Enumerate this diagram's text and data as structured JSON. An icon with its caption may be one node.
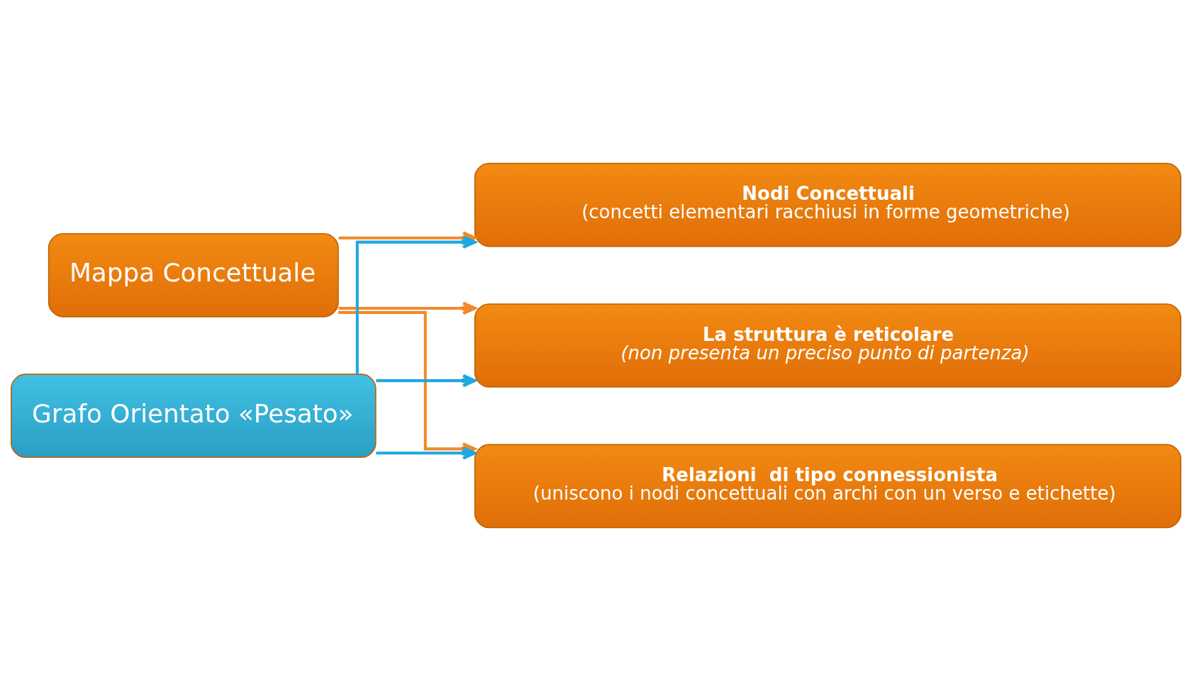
{
  "diagram": {
    "nodes": [
      {
        "text": [
          "Mappa Concettuale"
        ]
      },
      {
        "text": [
          "Nodi Concettuali",
          "(concetti elementari racchiusi in forme geometriche)"
        ]
      },
      {
        "text": [
          "La struttura è reticolare",
          "(non presenta un preciso punto di partenza)"
        ]
      },
      {
        "text": [
          "Relazioni  di tipo connessionista",
          "(uniscono i nodi concettuali con archi con un verso e etichette)"
        ]
      },
      {
        "text": [
          "Grafo Orientato «Pesato»"
        ]
      }
    ],
    "edges": [
      {
        "from": 0,
        "to": 1,
        "arrow": "to"
      },
      {
        "from": 0,
        "to": 2,
        "arrow": "to"
      },
      {
        "from": 0,
        "to": 3,
        "arrow": "to"
      },
      {
        "from": 4,
        "to": 1,
        "arrow": "to",
        "color": "#1ea8e0"
      },
      {
        "from": 4,
        "to": 2,
        "arrow": "to",
        "color": "#1ea8e0"
      },
      {
        "from": 4,
        "to": 3,
        "arrow": "to",
        "color": "#1ea8e0"
      }
    ]
  }
}
